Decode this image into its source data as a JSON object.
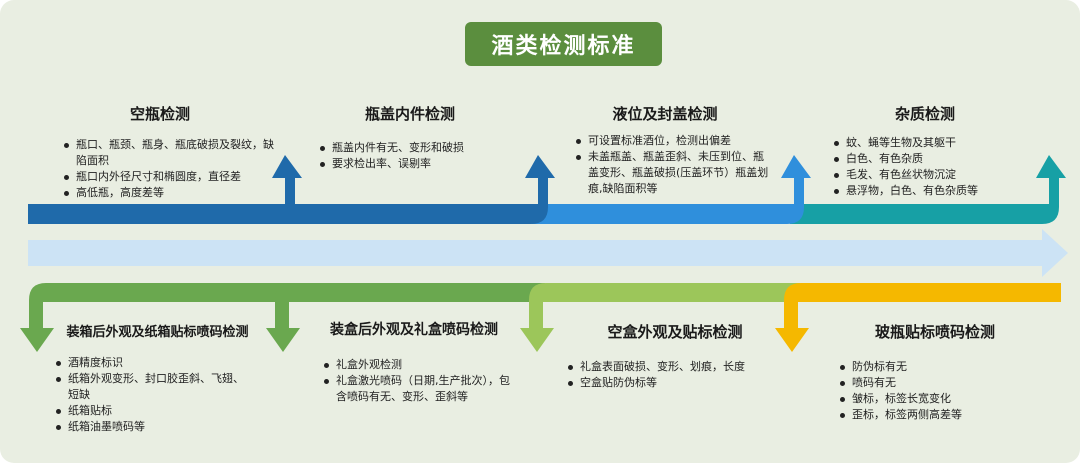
{
  "title": "酒类检测标准",
  "colors": {
    "background": "#e9eee2",
    "title_box": "#5b8e3e",
    "stage1": "#1f6aaa",
    "stage2": "#2f8fdc",
    "stage3": "#17a0a5",
    "main_arrow": "#cce3f5",
    "stage5": "#6aa84f",
    "stage6": "#9cc65a",
    "stage7": "#f5b800"
  },
  "top_stages": [
    {
      "heading": "空瓶检测",
      "bullets": [
        "瓶口、瓶颈、瓶身、瓶底破损及裂纹，缺陷面积",
        "瓶口内外径尺寸和椭圆度，直径差",
        "高低瓶，高度差等"
      ]
    },
    {
      "heading": "瓶盖内件检测",
      "bullets": [
        "瓶盖内件有无、变形和破损",
        "要求检出率、误剔率"
      ]
    },
    {
      "heading": "液位及封盖检测",
      "bullets": [
        "可设置标准酒位，检测出偏差",
        "未盖瓶盖、瓶盖歪斜、未压到位、瓶盖变形、瓶盖破损(压盖环节）瓶盖划痕,缺陷面积等"
      ]
    },
    {
      "heading": "杂质检测",
      "bullets": [
        "蚊、蝇等生物及其躯干",
        "白色、有色杂质",
        "毛发、有色丝状物沉淀",
        "悬浮物，白色、有色杂质等"
      ]
    }
  ],
  "bottom_stages": [
    {
      "heading": "装箱后外观及纸箱贴标喷码检测",
      "bullets": [
        "酒精度标识",
        "纸箱外观变形、封口胶歪斜、飞翅、短缺",
        "纸箱贴标",
        "纸箱油墨喷码等"
      ]
    },
    {
      "heading": "装盒后外观及礼盒喷码检测",
      "bullets": [
        "礼盒外观检测",
        "礼盒激光喷码（日期,生产批次），包含喷码有无、变形、歪斜等"
      ]
    },
    {
      "heading": "空盒外观及贴标检测",
      "bullets": [
        "礼盒表面破损、变形、划痕，长度",
        "空盒贴防伪标等"
      ]
    },
    {
      "heading": "玻瓶贴标喷码检测",
      "bullets": [
        "防伪标有无",
        "喷码有无",
        "皱标，标签长宽变化",
        "歪标，标签两侧高差等"
      ]
    }
  ]
}
